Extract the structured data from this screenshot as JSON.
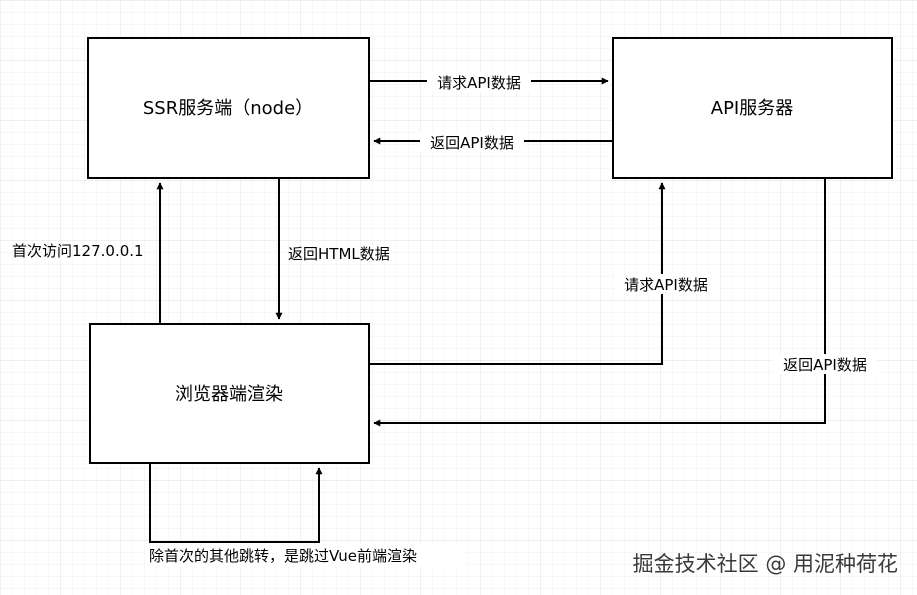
{
  "nodes": {
    "ssr_server": "SSR服务端（node）",
    "api_server": "API服务器",
    "browser": "浏览器端渲染"
  },
  "edges": {
    "ssr_request_api": "请求API数据",
    "api_return_ssr": "返回API数据",
    "ssr_return_html": "返回HTML数据",
    "browser_first_visit": "首次访问127.0.0.1",
    "browser_request_api": "请求API数据",
    "api_return_browser": "返回API数据",
    "browser_internal_nav": "除首次的其他跳转，是跳过Vue前端渲染"
  },
  "watermark": "掘金技术社区 @ 用泥种荷花"
}
